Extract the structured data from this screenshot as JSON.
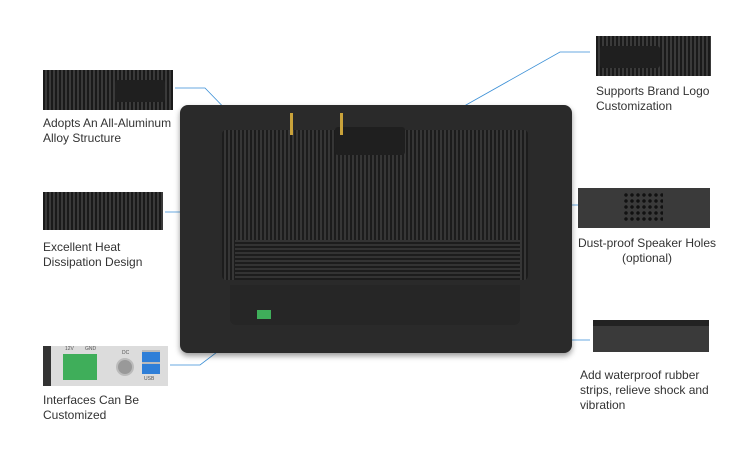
{
  "callouts": {
    "aluminum": "Adopts An All-Aluminum Alloy Structure",
    "heat": "Excellent Heat Dissipation Design",
    "interfaces": "Interfaces Can Be Customized",
    "logo": "Supports Brand Logo Customization",
    "speaker_1": "Dust-proof Speaker Holes",
    "speaker_2": "(optional)",
    "rubber": "Add waterproof rubber strips, relieve shock and vibration"
  },
  "ports": {
    "v12": "12V",
    "gnd": "GND",
    "dc": "DC",
    "usb": "USB"
  },
  "colors": {
    "line": "#3a8fd6",
    "body": "#2a2a2a",
    "terminal": "#3fae5a",
    "usb": "#2f7fd8"
  }
}
